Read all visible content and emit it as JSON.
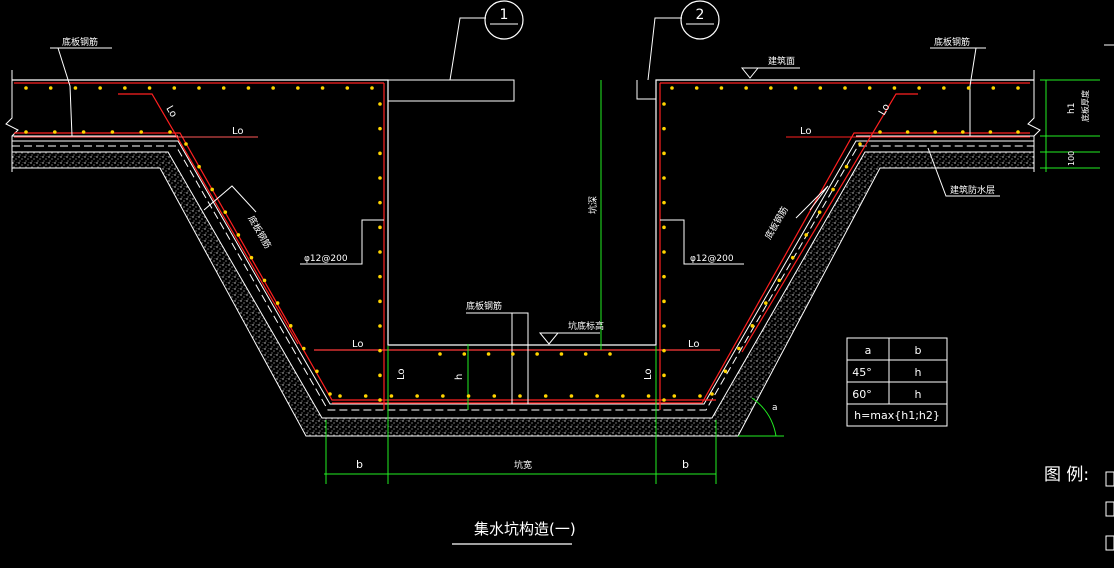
{
  "colors": {
    "background": "#000000",
    "line": "#ffffff",
    "rebar": "#ff2020",
    "dimension": "#22ee22",
    "rebar_dot": "#ffd400",
    "concrete_hatch": "#d8d8d8"
  },
  "callouts": {
    "section_1": "1",
    "section_2": "2",
    "bottom_rebar_left": "底板钢筋",
    "bottom_rebar_right": "底板钢筋",
    "top_surface": "建筑面",
    "slope_rebar_left": "底板钢筋",
    "slope_rebar_right": "底板钢筋",
    "wall_rebar_left": "φ12@200",
    "wall_rebar_right": "φ12@200",
    "pit_bottom_rebar": "底板钢筋",
    "pit_bottom_level": "坑底标高",
    "waterproof_layer": "建筑防水层"
  },
  "labels": {
    "lo_top_left": "Lo",
    "lo_slope_left": "Lo",
    "lo_top_right": "Lo",
    "lo_slope_right": "Lo",
    "lo_bottom_left": "Lo",
    "lo_bottom_right": "Lo",
    "lo_vert_left": "Lo",
    "lo_vert_right": "Lo",
    "h_center": "h",
    "pit_depth": "坑深",
    "dim_h1": "h1",
    "dim_thickness": "底板厚度",
    "dim_100": "100",
    "dim_b_left": "b",
    "dim_pit_width": "坑宽",
    "dim_b_right": "b",
    "angle_symbol": "a"
  },
  "table": {
    "header": [
      "a",
      "b"
    ],
    "rows": [
      [
        "45°",
        "h"
      ],
      [
        "60°",
        "h"
      ]
    ],
    "formula": "h=max{h1;h2}"
  },
  "title": "集水坑构造(一)",
  "legend": {
    "title": "图 例:"
  }
}
